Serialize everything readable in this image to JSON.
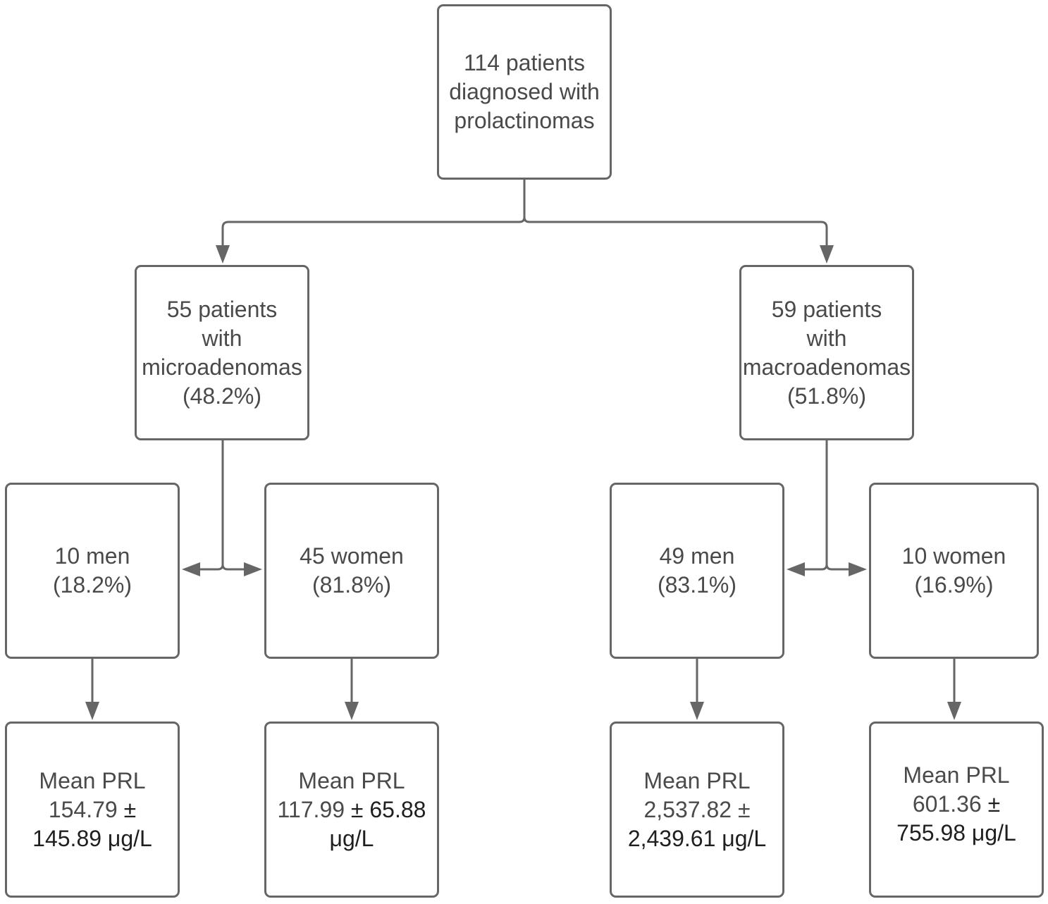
{
  "root": {
    "lines": [
      "114 patients",
      "diagnosed with",
      "prolactinomas"
    ]
  },
  "micro": {
    "lines": [
      "55 patients",
      "with",
      "microadenomas",
      "(48.2%)"
    ],
    "men": {
      "lines": [
        "10 men",
        "(18.2%)"
      ],
      "prl": {
        "label": "Mean PRL",
        "value_a": "154.79",
        "pm": "±",
        "value_b": "145.89 μg/L"
      }
    },
    "women": {
      "lines": [
        "45 women",
        "(81.8%)"
      ],
      "prl": {
        "label": "Mean PRL",
        "value_a": "117.99",
        "rest": "± 65.88",
        "unit": "μg/L"
      }
    }
  },
  "macro": {
    "lines": [
      "59 patients",
      "with",
      "macroadenomas",
      "(51.8%)"
    ],
    "men": {
      "lines": [
        "49 men",
        "(83.1%)"
      ],
      "prl": {
        "label": "Mean PRL",
        "value_a": "2,537.82 ±",
        "value_b": "2,439.61 μg/L"
      }
    },
    "women": {
      "lines": [
        "10 women",
        "(16.9%)"
      ],
      "prl": {
        "label": "Mean PRL",
        "value_a": "601.36",
        "pm": "±",
        "value_b": "755.98 μg/L"
      }
    }
  },
  "colors": {
    "box_border": "#666666",
    "text": "#4a4a4a",
    "text_dark": "#1f1f1f",
    "connector": "#666666"
  }
}
